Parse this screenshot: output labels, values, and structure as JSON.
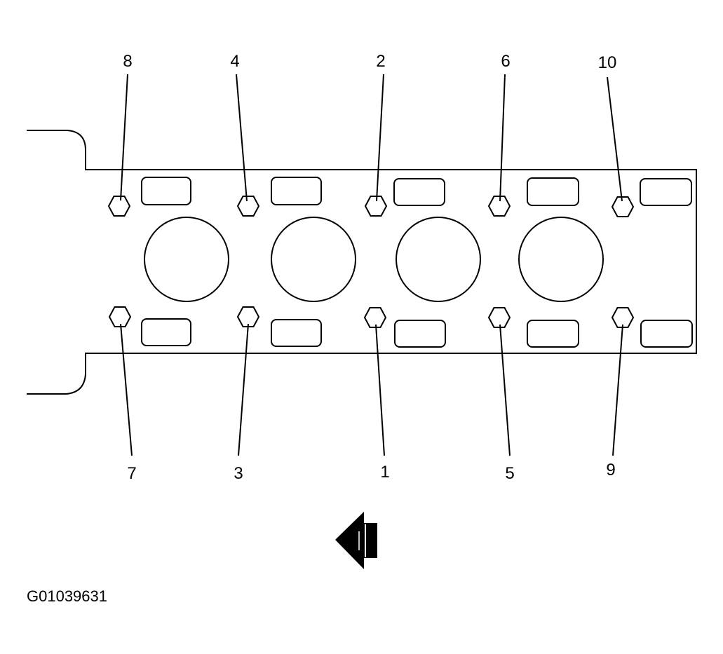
{
  "figure_code": "G01039631",
  "bolts": [
    {
      "name": "bolt-8",
      "label": "8"
    },
    {
      "name": "bolt-4",
      "label": "4"
    },
    {
      "name": "bolt-2",
      "label": "2"
    },
    {
      "name": "bolt-6",
      "label": "6"
    },
    {
      "name": "bolt-10",
      "label": "10"
    },
    {
      "name": "bolt-7",
      "label": "7"
    },
    {
      "name": "bolt-3",
      "label": "3"
    },
    {
      "name": "bolt-1",
      "label": "1"
    },
    {
      "name": "bolt-5",
      "label": "5"
    },
    {
      "name": "bolt-9",
      "label": "9"
    }
  ],
  "arrow_icon": "front-arrow-icon"
}
